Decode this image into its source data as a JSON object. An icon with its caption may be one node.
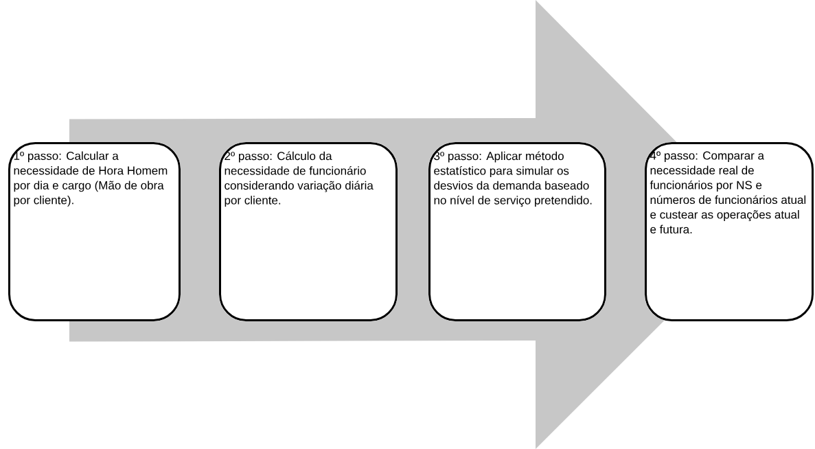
{
  "diagram": {
    "nodes": [
      {
        "text": [
          "1º passo: Calcular a necessidade de Hora Homem por dia e cargo (Mão de obra por cliente)."
        ]
      },
      {
        "text": [
          "2º passo: Cálculo da necessidade de funcionário considerando variação diária por cliente."
        ]
      },
      {
        "text": [
          "3º passo: Aplicar método estatístico para simular os desvios da demanda baseado no nível de serviço pretendido."
        ]
      },
      {
        "text": [
          "4º passo: Comparar a necessidade real de funcionários por NS e números de funcionários atual e custear as operações atual e futura."
        ]
      }
    ],
    "edges": [
      {
        "from": 0,
        "to": 3,
        "arrow": "to"
      }
    ]
  }
}
